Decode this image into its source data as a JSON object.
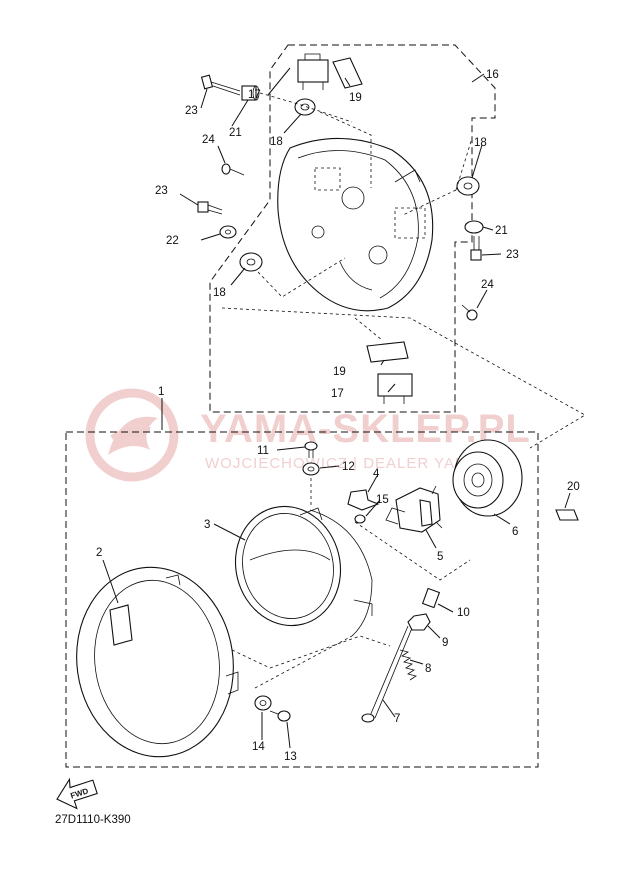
{
  "diagram": {
    "catalog_code": "27D1110-K390",
    "fwd_label": "FWD",
    "watermark": {
      "title": "YAMA-SKLEP.PL",
      "subtitle": "WOJCIECHOWICZ | DEALER YAMAHA"
    },
    "callouts": {
      "c1": "1",
      "c2": "2",
      "c3": "3",
      "c4": "4",
      "c5": "5",
      "c6": "6",
      "c7": "7",
      "c8": "8",
      "c9": "9",
      "c10": "10",
      "c11": "11",
      "c12": "12",
      "c13": "13",
      "c14": "14",
      "c15": "15",
      "c16": "16",
      "c17a": "17",
      "c17b": "17",
      "c18a": "18",
      "c18b": "18",
      "c18c": "18",
      "c19a": "19",
      "c19b": "19",
      "c20": "20",
      "c21a": "21",
      "c21b": "21",
      "c22": "22",
      "c23a": "23",
      "c23b": "23",
      "c23c": "23",
      "c24a": "24",
      "c24b": "24"
    }
  }
}
